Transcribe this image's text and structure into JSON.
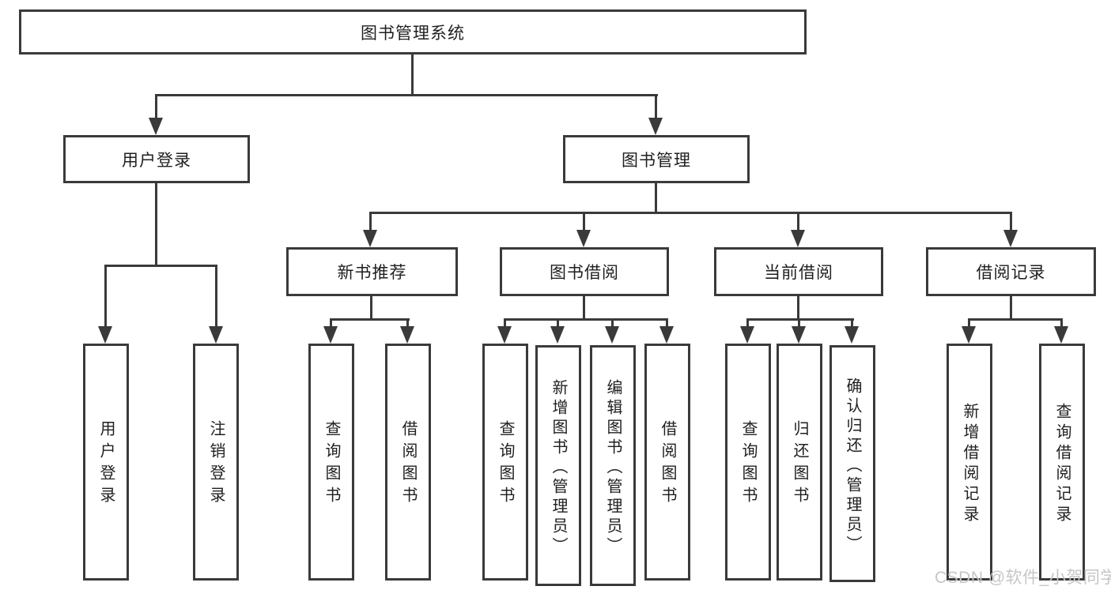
{
  "nodes": {
    "root": "图书管理系统",
    "user_login": "用户登录",
    "book_management": "图书管理",
    "new_book_recommend": "新书推荐",
    "book_borrowing": "图书借阅",
    "current_borrowing": "当前借阅",
    "borrowing_records": "借阅记录",
    "leaf_user_login": "用户登录",
    "leaf_logout_login": "注销登录",
    "leaf_query_books_recommend": "查询图书",
    "leaf_borrow_books_recommend": "借阅图书",
    "leaf_query_books_borrowing": "查询图书",
    "leaf_add_books_admin": "新增图书（管理员）",
    "leaf_edit_books_admin": "编辑图书（管理员）",
    "leaf_borrow_books_borrowing": "借阅图书",
    "leaf_query_books_current": "查询图书",
    "leaf_return_books": "归还图书",
    "leaf_confirm_return_admin": "确认归还（管理员）",
    "leaf_add_borrow_record": "新增借阅记录",
    "leaf_query_borrow_record": "查询借阅记录"
  },
  "watermark": "CSDN @软件_小贺同学",
  "colors": {
    "line": "#3a3a3a",
    "text": "#1f1f1f",
    "watermark": "#c6c6c6",
    "background": "#ffffff"
  }
}
